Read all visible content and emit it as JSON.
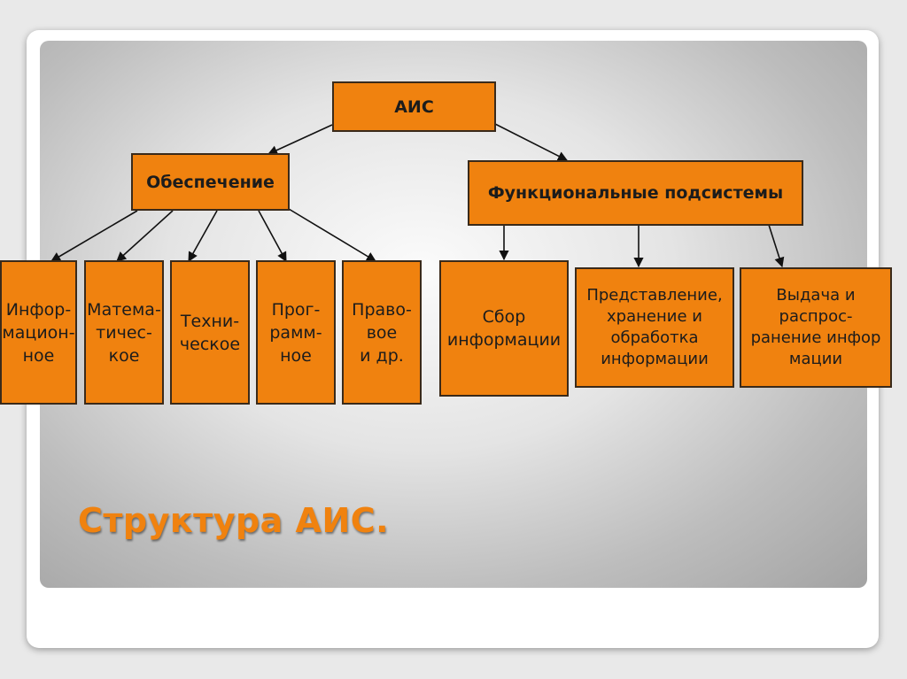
{
  "slide": {
    "title": "Структура АИС."
  },
  "diagram": {
    "root": "АИС",
    "branches": {
      "support": "Обеспечение",
      "functional": "Функциональные подсистемы"
    },
    "support_items": [
      "Инфор-\nмацион-\nное",
      "Матема-\nтичес-\nкое",
      "Техни-\nческое",
      "Прог-\nрамм-\nное",
      "Право-\nвое\nи др."
    ],
    "functional_items": [
      "Сбор\nинформации",
      "Представление,\nхранение и\nобработка\nинформации",
      "Выдача и\nраспрос-\nранение инфор\nмации"
    ]
  },
  "colors": {
    "node_fill": "#f0820f",
    "node_border": "#3a2a1a",
    "title": "#f0820f"
  }
}
